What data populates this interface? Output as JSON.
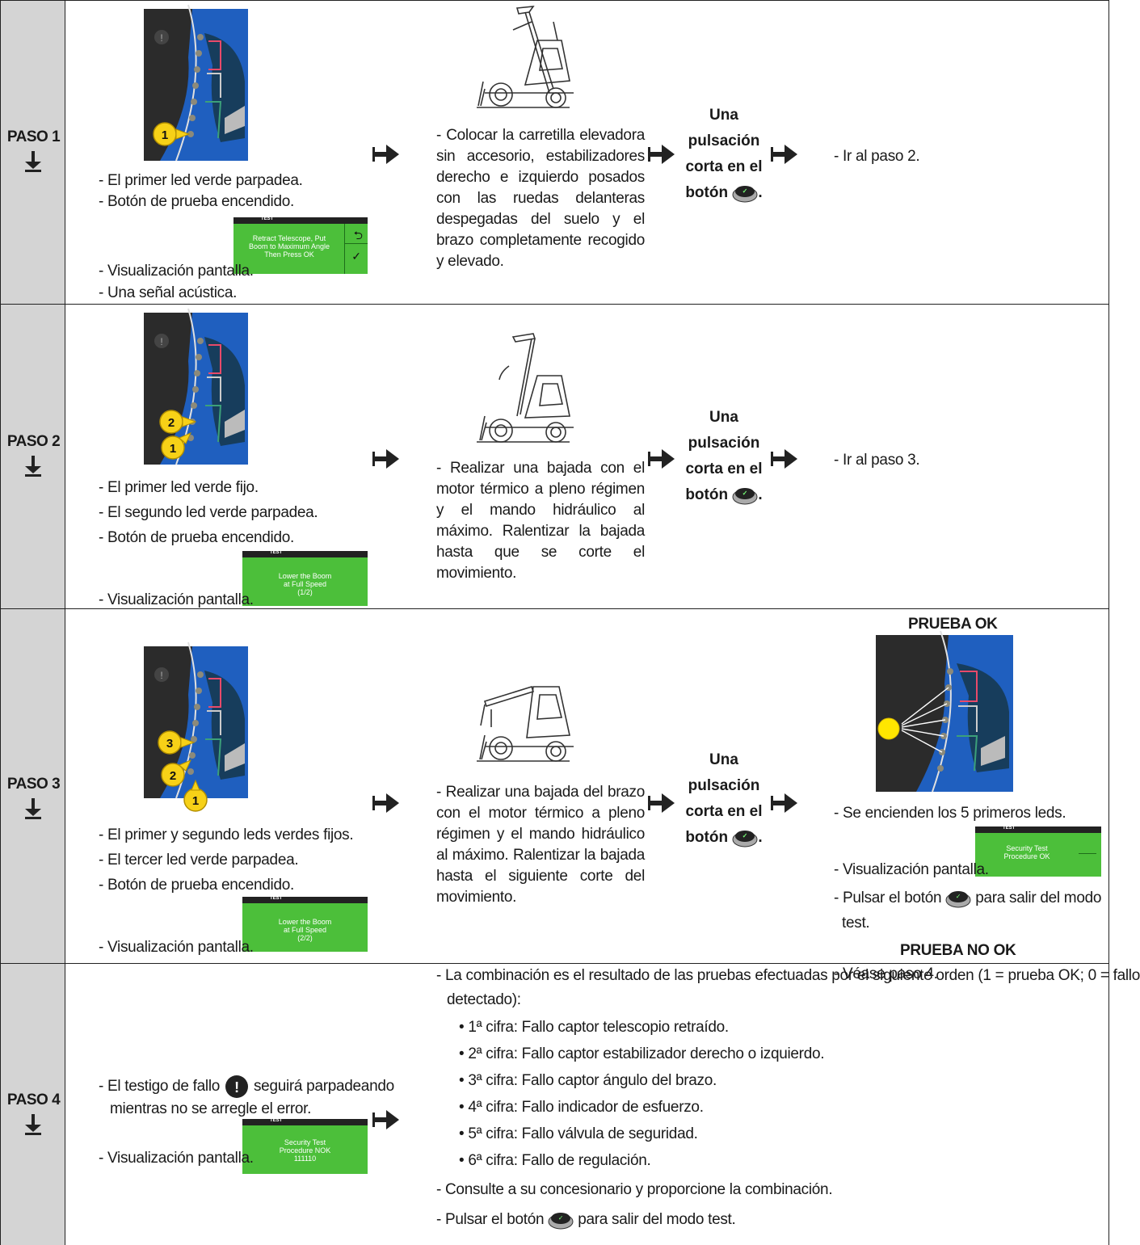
{
  "steps": [
    {
      "label": "PASO 1",
      "badges": [
        "1"
      ],
      "left_lines": [
        "- El primer led verde parpadea.",
        "- Botón de prueba encendido."
      ],
      "screen": {
        "header": "TEST",
        "lines": [
          "Retract Telescope, Put",
          "Boom to Maximum Angle",
          "Then Press OK"
        ]
      },
      "display_line": "- Visualización pantalla.",
      "extra_line": "- Una señal acústica.",
      "action": "- Colocar la carretilla elevadora sin accesorio, estabilizadores derecho e izquierdo posados con las ruedas delanteras despegadas del suelo y el brazo completamente recogido y elevado.",
      "press": [
        "Una",
        "pulsación",
        "corta en el",
        "botón"
      ],
      "result": "- Ir al paso 2."
    },
    {
      "label": "PASO 2",
      "badges": [
        "2",
        "1"
      ],
      "left_lines": [
        "- El primer led verde fijo.",
        "- El segundo led verde parpadea.",
        "- Botón de prueba encendido."
      ],
      "screen": {
        "header": "TEST",
        "lines": [
          "Lower the Boom",
          "at Full Speed",
          "(1/2)"
        ]
      },
      "display_line": "- Visualización pantalla.",
      "action": "- Realizar una bajada con el motor térmico a pleno régimen y el mando hidráulico al máximo. Ralentizar la bajada hasta que se corte el movimiento.",
      "press": [
        "Una",
        "pulsación",
        "corta en el",
        "botón"
      ],
      "result": "- Ir al paso 3."
    },
    {
      "label": "PASO 3",
      "badges": [
        "3",
        "2",
        "1"
      ],
      "left_lines": [
        "- El primer y segundo leds verdes fijos.",
        "- El tercer led verde parpadea.",
        "- Botón de prueba encendido."
      ],
      "screen": {
        "header": "TEST",
        "lines": [
          "Lower the Boom",
          "at Full Speed",
          "(2/2)"
        ]
      },
      "display_line": "- Visualización pantalla.",
      "action": "- Realizar una bajada del brazo con el motor térmico a pleno régimen y el mando hidráulico al máximo. Ralentizar la bajada hasta el siguiente corte del movimiento.",
      "press": [
        "Una",
        "pulsación",
        "corta en el",
        "botón"
      ],
      "result_ok_title": "PRUEBA OK",
      "result_ok_lines": [
        "- Se encienden los 5 primeros leds."
      ],
      "result_screen": {
        "header": "TEST",
        "lines": [
          "Security Test",
          "Procedure OK"
        ]
      },
      "result_display": "- Visualización pantalla.",
      "result_exit_a": "- Pulsar el botón",
      "result_exit_b": "para salir del modo",
      "result_exit_c": "test.",
      "result_nok_title": "PRUEBA NO OK",
      "result_nok_line": "- Véase paso 4."
    },
    {
      "label": "PASO 4",
      "left_a": "- El testigo de fallo",
      "left_b": "seguirá parpadeando",
      "left_c": "mientras no se arregle el error.",
      "screen": {
        "header": "TEST",
        "lines": [
          "Security Test",
          "Procedure NOK",
          "111110"
        ]
      },
      "display_line": "- Visualización pantalla.",
      "intro_a": "- La combinación es el resultado de las pruebas efectuadas por el siguiente orden (1 =  prueba OK; 0 = fallo",
      "intro_b": "detectado):",
      "digits": [
        "• 1ª cifra: Fallo captor telescopio retraído.",
        "• 2ª cifra: Fallo captor estabilizador derecho o izquierdo.",
        "• 3ª cifra: Fallo captor ángulo del brazo.",
        "• 4ª cifra: Fallo indicador de esfuerzo.",
        "• 5ª cifra: Fallo válvula de seguridad.",
        "• 6ª cifra: Fallo de regulación."
      ],
      "consult": "- Consulte a su concesionario y proporcione la combinación.",
      "exit_a": "- Pulsar el botón",
      "exit_b": "para salir del modo test."
    }
  ],
  "colors": {
    "label_bg": "#d4d4d4",
    "screen_green": "#4cbf3a",
    "panel_blue": "#1f5fbf",
    "badge_yellow": "#f7d117"
  }
}
